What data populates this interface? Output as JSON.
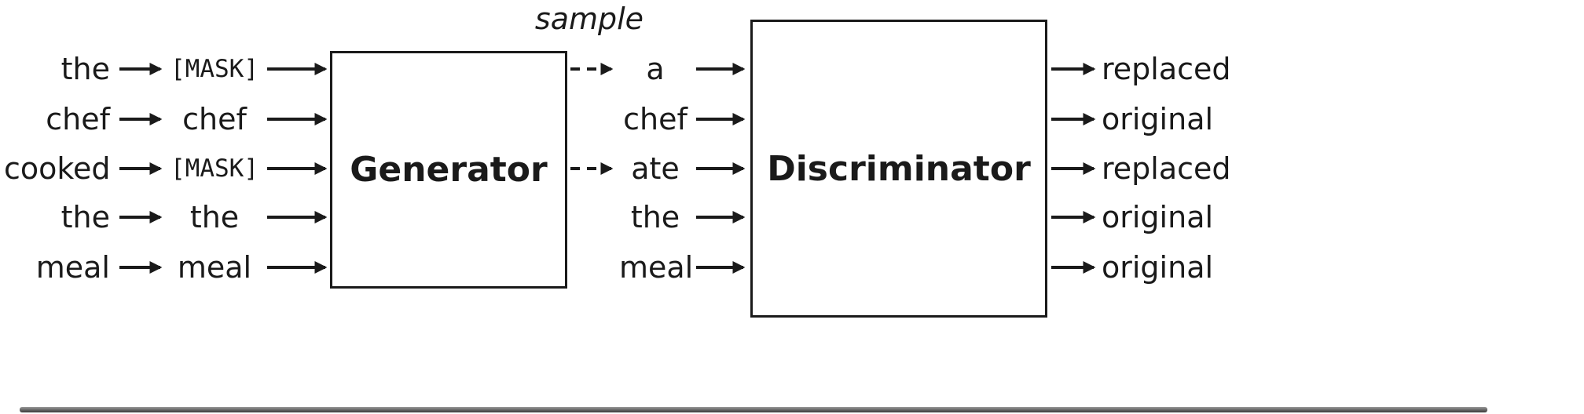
{
  "figure": {
    "sample_label": "sample",
    "generator_label": "Generator",
    "discriminator_label": "Discriminator",
    "colors": {
      "ink": "#1a1a1a",
      "background": "#ffffff"
    },
    "rows": [
      {
        "input": "the",
        "masked": "[MASK]",
        "sampled": "a",
        "output": "replaced",
        "is_sampled": true
      },
      {
        "input": "chef",
        "masked": "chef",
        "sampled": "chef",
        "output": "original",
        "is_sampled": false
      },
      {
        "input": "cooked",
        "masked": "[MASK]",
        "sampled": "ate",
        "output": "replaced",
        "is_sampled": true
      },
      {
        "input": "the",
        "masked": "the",
        "sampled": "the",
        "output": "original",
        "is_sampled": false
      },
      {
        "input": "meal",
        "masked": "meal",
        "sampled": "meal",
        "output": "original",
        "is_sampled": false
      }
    ]
  }
}
